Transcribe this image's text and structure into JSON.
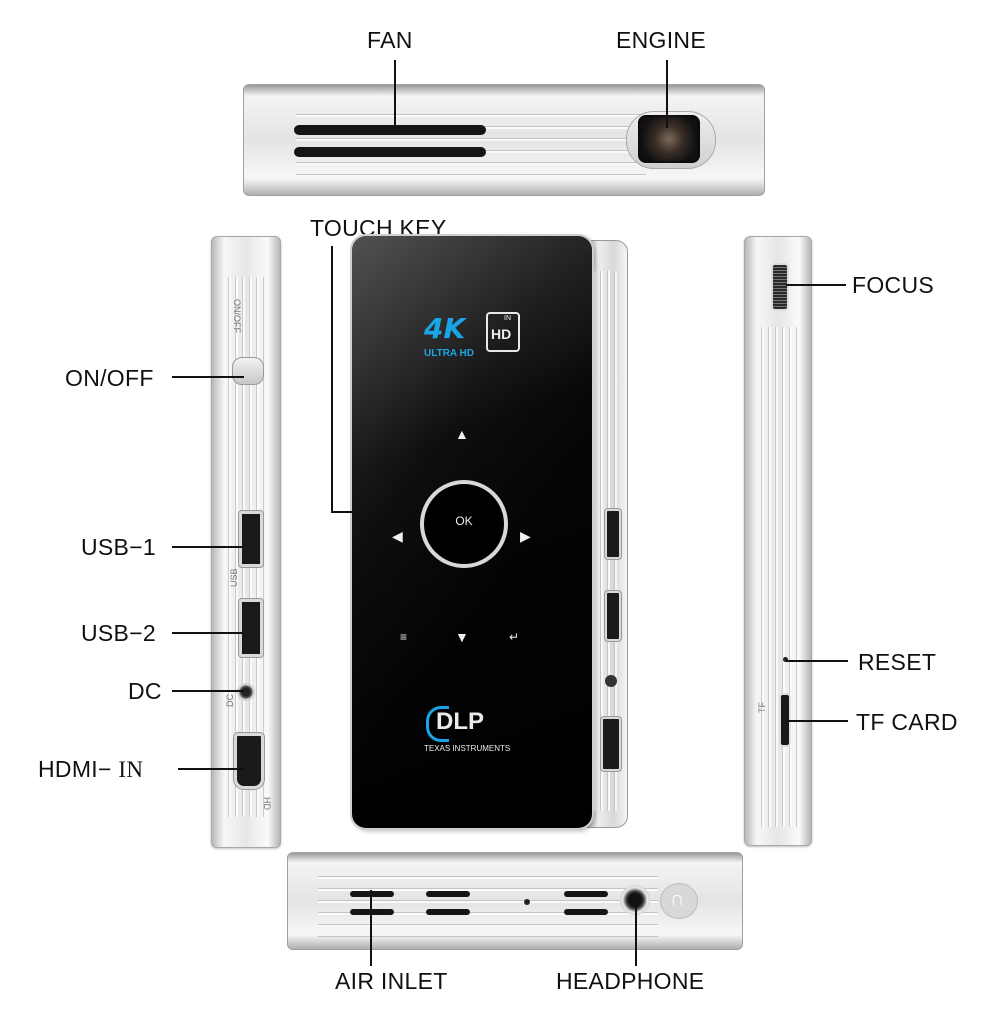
{
  "callouts": {
    "fan": "FAN",
    "engine": "ENGINE",
    "touch_key": "TOUCH KEY",
    "focus": "FOCUS",
    "on_off": "ON/OFF",
    "usb1": "USB−1",
    "usb2": "USB−2",
    "dc": "DC",
    "hdmi_prefix": "HDMI−",
    "hdmi_suffix": "IN",
    "reset": "RESET",
    "tf_card": "TF CARD",
    "air_inlet": "AIR INLET",
    "headphone": "HEADPHONE"
  },
  "device_face": {
    "resolution_badge": "4K",
    "sub_badge": "ULTRA HD",
    "hd_in": "IN",
    "hd_badge": "HD",
    "ok_button": "OK",
    "dlp_logo": "DLP",
    "dlp_maker": "TEXAS INSTRUMENTS",
    "accent_color": "#1aa5e6"
  },
  "side_prints": {
    "onoff": "ON/OFF",
    "usb": "USB",
    "dc": "DC",
    "hd": "HD",
    "tf": "TF"
  },
  "icons": {
    "up": "triangle-up-icon",
    "down": "triangle-down-icon",
    "left": "triangle-left-icon",
    "right": "triangle-right-icon",
    "menu": "menu-icon",
    "back": "back-icon",
    "headphone": "headphone-icon"
  }
}
